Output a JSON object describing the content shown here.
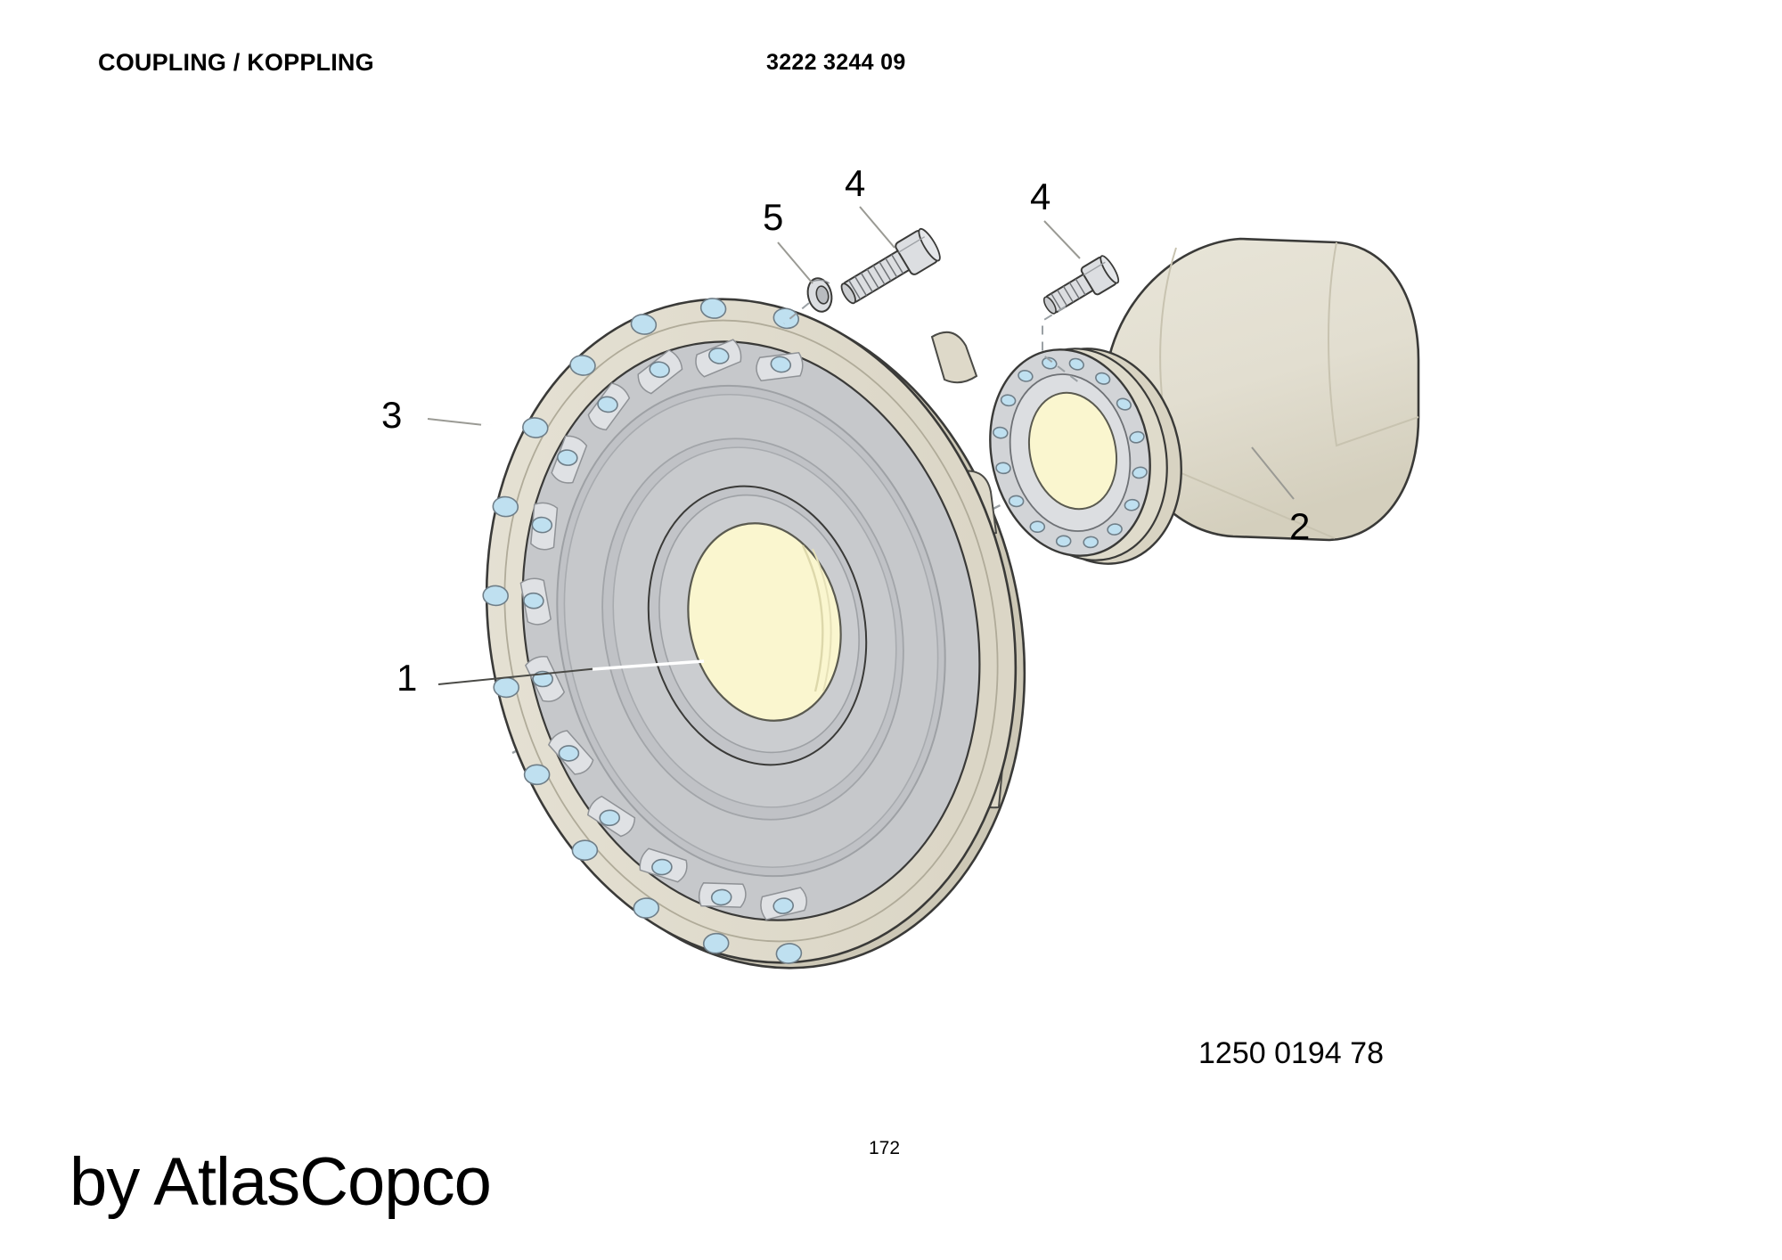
{
  "header": {
    "title": "COUPLING / KOPPLING",
    "part_number": "3222 3244 09"
  },
  "footer": {
    "document_number": "1250 0194 78",
    "page_number": "172",
    "brand": "by AtlasCopco"
  },
  "callouts": [
    {
      "id": "1",
      "label": "1",
      "refers_to": "coupling-disc"
    },
    {
      "id": "2",
      "label": "2",
      "refers_to": "hub-sleeve"
    },
    {
      "id": "3",
      "label": "3",
      "refers_to": "outer-rim-flange"
    },
    {
      "id": "4a",
      "label": "4",
      "refers_to": "bolt-left"
    },
    {
      "id": "4b",
      "label": "4",
      "refers_to": "bolt-right"
    },
    {
      "id": "5",
      "label": "5",
      "refers_to": "washer"
    }
  ],
  "colors": {
    "beige": "#e2ded0",
    "beige_dark": "#d2cdbb",
    "grey": "#c4c6c9",
    "grey_light": "#d9dbdd",
    "grey_mid": "#b9bcc0",
    "bore_cream": "#faf6cf",
    "hole_blue": "#bfe0f0",
    "outline": "#3a3a38",
    "leader": "#8d8d8d"
  },
  "parts": {
    "coupling_disc": {
      "callout": "1",
      "name": "coupling disc"
    },
    "hub_sleeve": {
      "callout": "2",
      "name": "hub sleeve"
    },
    "outer_rim": {
      "callout": "3",
      "name": "outer rim flange"
    },
    "bolt": {
      "callout": "4",
      "name": "hex socket bolt"
    },
    "washer": {
      "callout": "5",
      "name": "washer"
    }
  }
}
